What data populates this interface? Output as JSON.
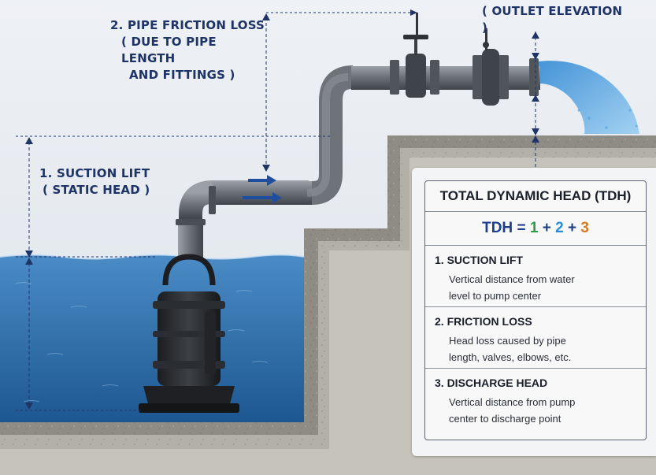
{
  "labels": {
    "friction": [
      "2. PIPE FRICTION LOSS",
      "( DUE TO PIPE LENGTH",
      "AND FITTINGS )"
    ],
    "suction": [
      "1. SUCTION LIFT",
      "( STATIC HEAD )"
    ],
    "outlet": "( OUTLET ELEVATION )"
  },
  "tdh": {
    "title": "TOTAL DYNAMIC HEAD (TDH)",
    "formula": {
      "lhs": "TDH",
      "eq": "=",
      "t1": "1",
      "plus1": "+",
      "t2": "2",
      "plus2": "+",
      "t3": "3"
    },
    "items": [
      {
        "title": "1. SUCTION LIFT",
        "desc": [
          "Vertical distance from water",
          "level to pump center"
        ]
      },
      {
        "title": "2. FRICTION LOSS",
        "desc": [
          "Head loss caused by pipe",
          "length, valves, elbows, etc."
        ]
      },
      {
        "title": "3. DISCHARGE HEAD",
        "desc": [
          "Vertical distance from pump",
          "center to discharge point"
        ]
      }
    ]
  },
  "colors": {
    "label_text": "#1f3466",
    "water": "#2f72ad",
    "concrete": "#9b9891",
    "pipe": "#6e7378",
    "arrow": "#1f4e9e",
    "formula_1": "#2f9a43",
    "formula_2": "#2a8bd6",
    "formula_3": "#d47b22"
  }
}
